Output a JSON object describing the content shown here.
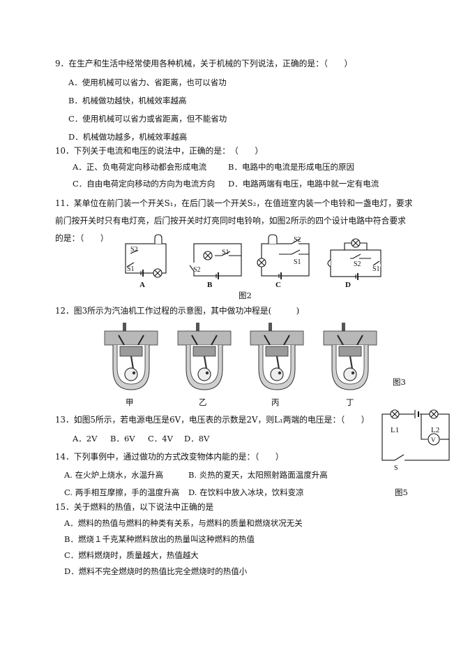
{
  "q9": {
    "stem": "9．在生产和生活中经常使用各种机械，关于机械的下列说法，正确的是：（　　）",
    "options": [
      "A．使用机械可以省力、省距离，也可以省功",
      "B．机械做功越快，机械效率越高",
      "C．使用机械可以省力或省距离，但不能省功",
      "D．机械做功越多，机械效率越高"
    ]
  },
  "q10": {
    "stem": "10．下列关于电流和电压的说法中，正确的是：　（　　）",
    "options": [
      "A．正、负电荷定向移动都会形成电流",
      "B．电路中的电流是形成电压的原因",
      "C．自由电荷定向移动的方向为电流方向",
      "D．电路两端有电压，电路中就一定有电流"
    ]
  },
  "q11": {
    "stem_lines": [
      "11．某单位在前门装一个开关S₁，在后门装一个开关S₂，在值班室内装一个电铃和一盏电灯，要求",
      "前门按开关时只有电灯亮，后门按开关时灯亮同时电铃响，如图2所示的四个设计电路中符合要求",
      "的是：（　　）"
    ],
    "figure": {
      "caption": "图2",
      "option_labels": [
        "A",
        "B",
        "C",
        "D"
      ],
      "switch_labels": [
        "S2",
        "S1",
        "S1",
        "S2",
        "S2",
        "S1",
        "S2",
        "S1"
      ]
    }
  },
  "q12": {
    "stem": "12．图3所示为汽油机工作过程的示意图，其中做功冲程是(　　　)",
    "figure": {
      "caption": "图3",
      "labels": [
        "甲",
        "乙",
        "丙",
        "丁"
      ]
    }
  },
  "q13": {
    "stem": "13．如图5所示，若电源电压是6V，电压表的示数是2V，则L₁两端的电压是：（　　）",
    "options": [
      "A．2V",
      "B．6V",
      "C．4V",
      "D．8V"
    ],
    "figure": {
      "caption": "图5",
      "labels": [
        "L1",
        "L2",
        "V",
        "S"
      ]
    }
  },
  "q14": {
    "stem": "14．下列事例中，通过做功的方式改变物体内能的是：（　　）",
    "options": [
      "A. 在火炉上烧水，水温升高",
      "B. 炎热的夏天，太阳照射路面温度升高",
      "C. 两手相互摩擦，手的温度升高",
      "D. 在饮料中放入冰块，饮料变凉"
    ]
  },
  "q15": {
    "stem": "15．关于燃料的热值，以下说法中正确的是",
    "options": [
      "A．燃料的热值与燃料的种类有关系，与燃料的质量和燃烧状况无关",
      "B．燃烧１千克某种燃料放出的热量叫这种燃料的热值",
      "C．燃料燃烧时，质量越大，热值越大",
      "D．燃料不完全燃烧时的热值比完全燃烧时的热值小"
    ]
  }
}
